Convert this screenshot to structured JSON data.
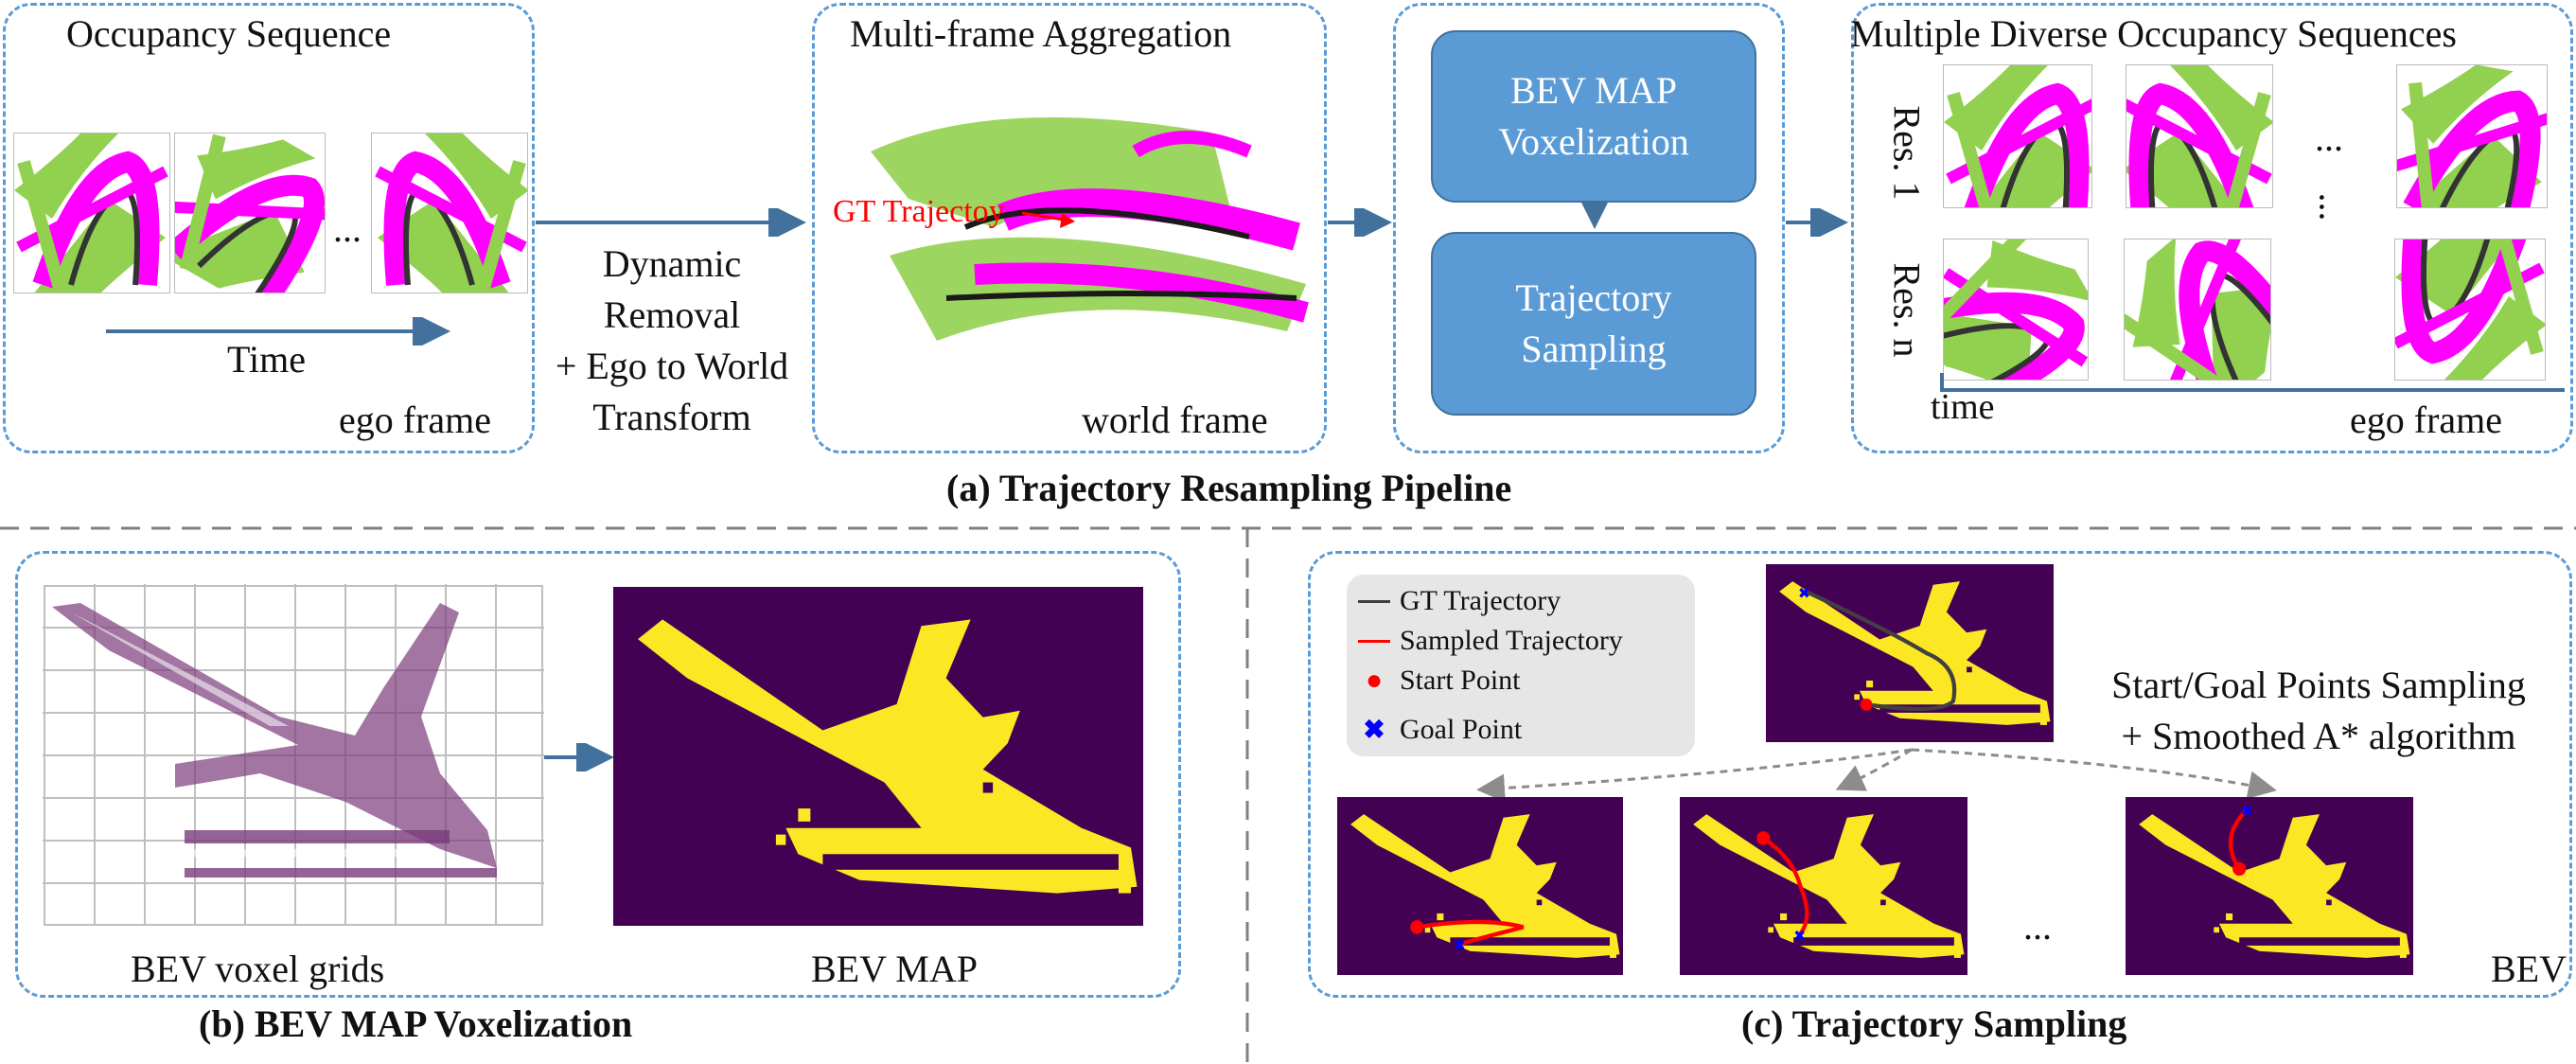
{
  "colors": {
    "panel_border": "#5b9bd5",
    "box_fill": "#5b9bd5",
    "arrow": "#41719c",
    "occ_green": "#92d050",
    "occ_magenta": "#ff00ff",
    "bev_background": "#440154",
    "bev_road": "#fde725",
    "gt_traj": "#404040",
    "sampled_traj": "#ff0000",
    "start_point": "#ff0000",
    "goal_point": "#0000ff"
  },
  "panel_a": {
    "occupancy": {
      "title": "Occupancy Sequence",
      "ellipsis": "...",
      "time_label": "Time",
      "frame_label": "ego frame"
    },
    "arrow1_label": "Dynamic\nRemoval\n+ Ego to World\nTransform",
    "aggregation": {
      "title": "Multi-frame Aggregation",
      "gt_label": "GT Trajectoy",
      "frame_label": "world frame"
    },
    "boxes": {
      "voxelization": "BEV MAP\nVoxelization",
      "sampling": "Trajectory\nSampling"
    },
    "sequences": {
      "title": "Multiple Diverse Occupancy Sequences",
      "row1_label": "Res. 1",
      "rown_label": "Res. n",
      "ellipsis_h": "...",
      "ellipsis_v": "...",
      "time_label": "time",
      "frame_label": "ego frame"
    },
    "caption": "(a) Trajectory Resampling  Pipeline"
  },
  "panel_b": {
    "grid_label": "BEV voxel grids",
    "map_label": "BEV MAP",
    "caption": "(b) BEV MAP Voxelization"
  },
  "panel_c": {
    "legend": {
      "gt": "GT Trajectory",
      "sampled": "Sampled Trajectory",
      "start": "Start Point",
      "goal": "Goal Point"
    },
    "method_line1": "Start/Goal Points Sampling",
    "method_line2": "+ Smoothed A* algorithm",
    "ellipsis": "...",
    "bev_label": "BEV",
    "caption": "(c) Trajectory Sampling"
  }
}
